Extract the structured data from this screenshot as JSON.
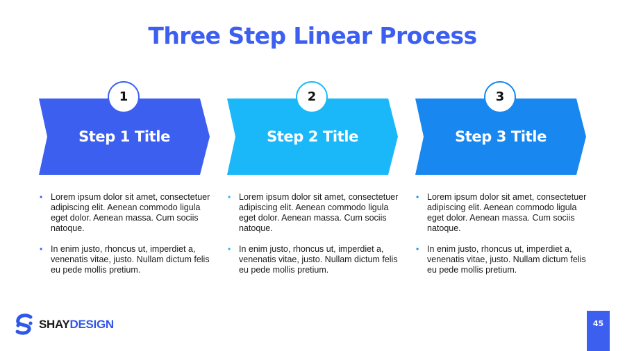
{
  "title": "Three Step Linear Process",
  "colors": {
    "title": "#3d5ff0",
    "step1": "#3d5ff0",
    "step2": "#1bb8f9",
    "step3": "#1888f0",
    "page_badge": "#3d5ff0"
  },
  "steps": [
    {
      "number": "1",
      "title": "Step 1 Title",
      "bullets": [
        "Lorem ipsum dolor sit amet, consectetuer adipiscing elit. Aenean commodo ligula eget dolor. Aenean massa. Cum sociis natoque.",
        "In enim justo, rhoncus ut, imperdiet a, venenatis vitae, justo. Nullam dictum felis eu pede mollis pretium."
      ]
    },
    {
      "number": "2",
      "title": "Step 2 Title",
      "bullets": [
        "Lorem ipsum dolor sit amet, consectetuer adipiscing elit. Aenean commodo ligula eget dolor. Aenean massa. Cum sociis natoque.",
        "In enim justo, rhoncus ut, imperdiet a, venenatis vitae, justo. Nullam dictum felis eu pede mollis pretium."
      ]
    },
    {
      "number": "3",
      "title": "Step 3 Title",
      "bullets": [
        "Lorem ipsum dolor sit amet, consectetuer adipiscing elit. Aenean commodo ligula eget dolor. Aenean massa. Cum sociis natoque.",
        "In enim justo, rhoncus ut, imperdiet a, venenatis vitae, justo. Nullam dictum felis eu pede mollis pretium."
      ]
    }
  ],
  "footer": {
    "logo_icon": "s-logo-icon",
    "brand_part1": "SHAY",
    "brand_part2": "DESIGN",
    "page_number": "45"
  }
}
